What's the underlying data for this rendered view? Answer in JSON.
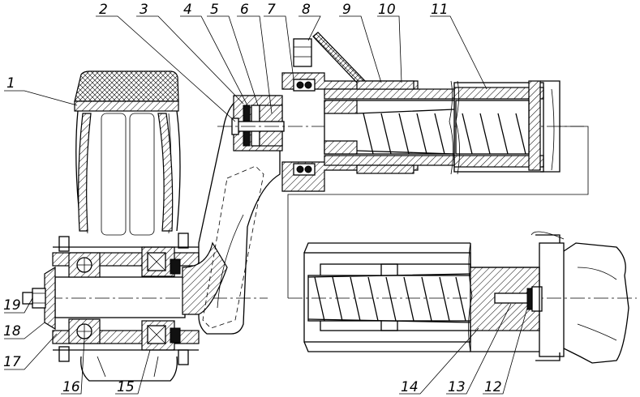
{
  "callouts": {
    "top": [
      {
        "label": "2"
      },
      {
        "label": "3"
      },
      {
        "label": "4"
      },
      {
        "label": "5"
      },
      {
        "label": "6"
      },
      {
        "label": "7"
      },
      {
        "label": "8"
      },
      {
        "label": "9"
      },
      {
        "label": "10"
      },
      {
        "label": "11"
      }
    ],
    "left": [
      {
        "label": "1"
      },
      {
        "label": "19"
      },
      {
        "label": "18"
      },
      {
        "label": "17"
      }
    ],
    "bottom": [
      {
        "label": "16"
      },
      {
        "label": "15"
      },
      {
        "label": "14"
      },
      {
        "label": "13"
      },
      {
        "label": "12"
      }
    ]
  }
}
